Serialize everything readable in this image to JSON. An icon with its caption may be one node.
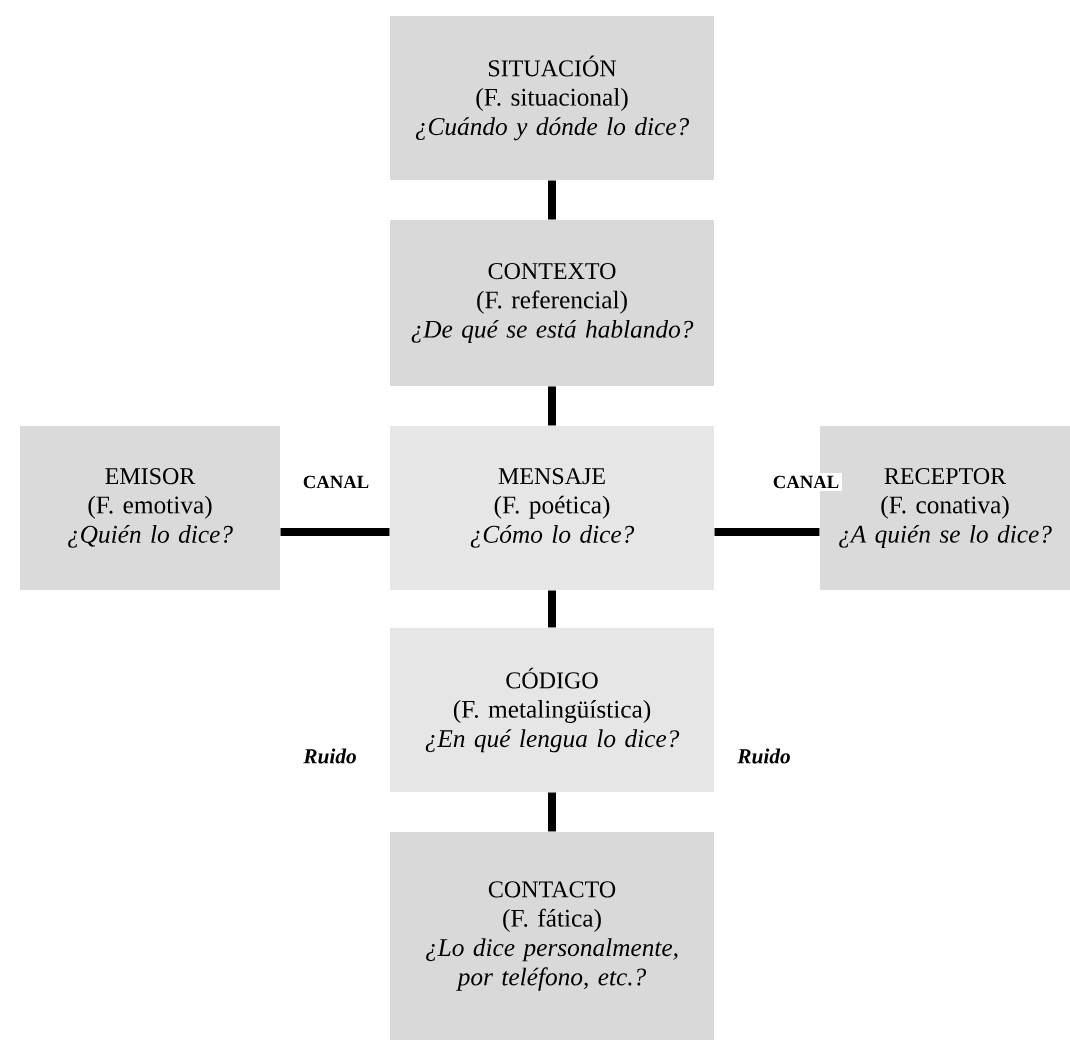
{
  "diagram": {
    "nodes": [
      {
        "text": [
          "SITUACIÓN",
          "(F. situacional)",
          "¿Cuándo y dónde lo dice?"
        ]
      },
      {
        "text": [
          "CONTEXTO",
          "(F. referencial)",
          "¿De qué se está hablando?"
        ]
      },
      {
        "text": [
          "EMISOR",
          "(F. emotiva)",
          "¿Quién lo dice?"
        ]
      },
      {
        "text": [
          "MENSAJE",
          "(F. poética)",
          "¿Cómo lo dice?"
        ]
      },
      {
        "text": [
          "RECEPTOR",
          "(F. conativa)",
          "¿A quién se lo dice?"
        ]
      },
      {
        "text": [
          "CÓDIGO",
          "(F. metalingüística)",
          "¿En qué lengua lo dice?"
        ]
      },
      {
        "text": [
          "CONTACTO",
          "(F. fática)",
          "¿Lo dice personalmente, por teléfono, etc.?"
        ]
      }
    ],
    "edges": [
      {
        "from": 0,
        "to": 1,
        "arrow": "none"
      },
      {
        "from": 1,
        "to": 3,
        "arrow": "none"
      },
      {
        "from": 2,
        "to": 3,
        "arrow": "none",
        "label": "CANAL"
      },
      {
        "from": 3,
        "to": 4,
        "arrow": "none",
        "label": "CANAL"
      },
      {
        "from": 3,
        "to": 5,
        "arrow": "none"
      },
      {
        "from": 5,
        "to": 6,
        "arrow": "none"
      }
    ],
    "labels": [
      "Ruido",
      "Ruido"
    ]
  }
}
